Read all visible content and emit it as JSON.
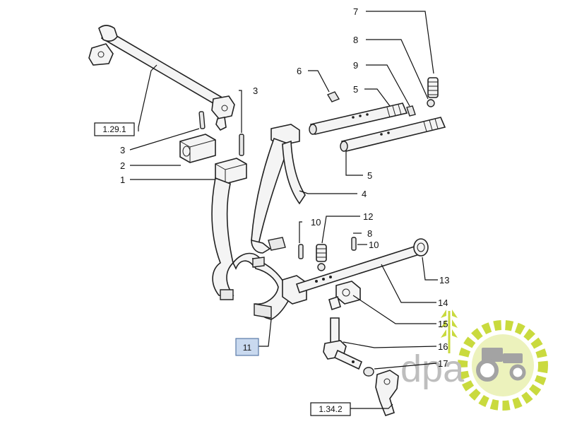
{
  "labels": {
    "l7": "7",
    "l8a": "8",
    "l9": "9",
    "l6": "6",
    "l5a": "5",
    "l5b": "5",
    "l3a": "3",
    "l3b": "3",
    "l2": "2",
    "l1": "1",
    "l4": "4",
    "l10a": "10",
    "l12": "12",
    "l8b": "8",
    "l10b": "10",
    "l13": "13",
    "l14": "14",
    "l15": "15",
    "l16": "16",
    "l17": "17",
    "ref_1_29_1": "1.29.1",
    "ref_11": "11",
    "ref_1_34_2": "1.34.2"
  },
  "watermark": {
    "text": "dpa"
  },
  "colors": {
    "highlight_box": "#c9d9ef",
    "watermark_green": "#c4d62a",
    "watermark_grey": "#b8b8b8"
  }
}
